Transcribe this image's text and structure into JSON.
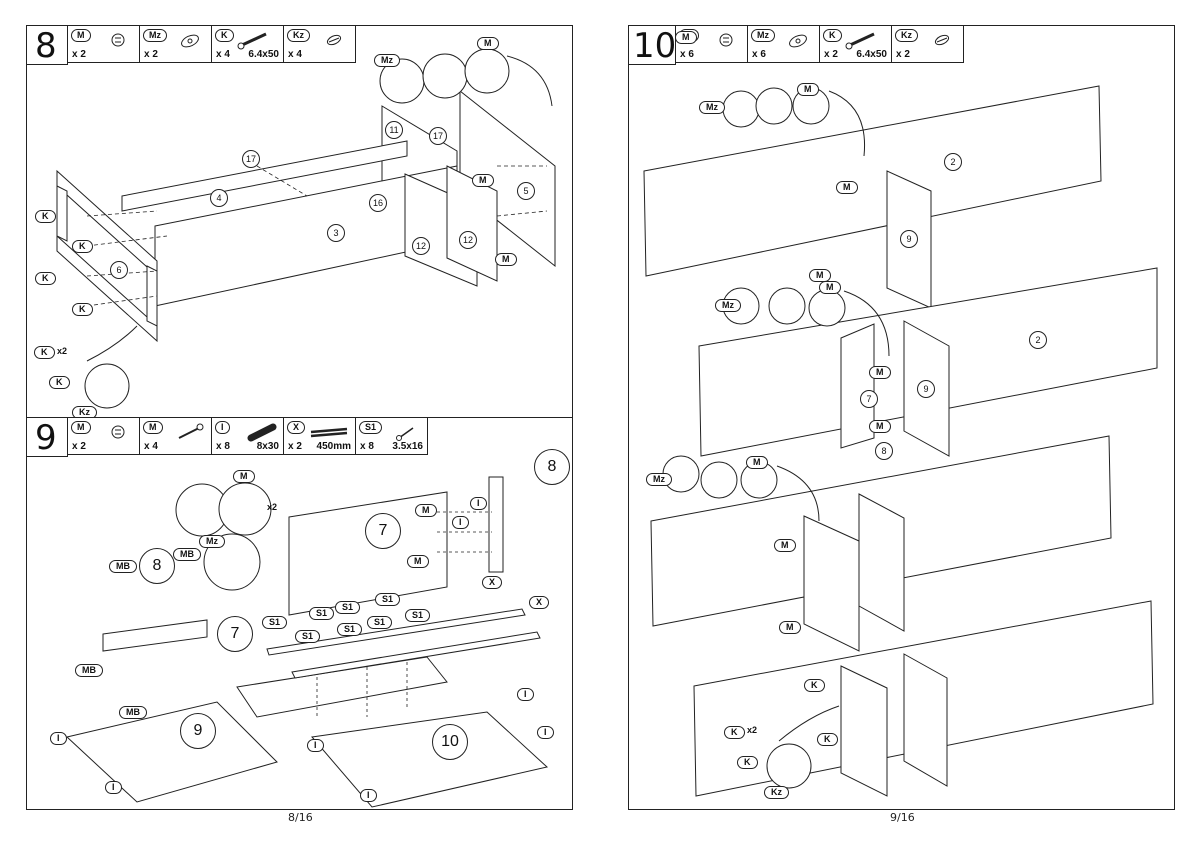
{
  "left_page": {
    "page_number": "8/16",
    "step8": {
      "number": "8",
      "parts": [
        {
          "tag": "M",
          "qty": "x 2",
          "size": "",
          "icon": "cam-lock-icon"
        },
        {
          "tag": "Mz",
          "qty": "x 2",
          "size": "",
          "icon": "cam-cover-icon"
        },
        {
          "tag": "K",
          "qty": "x 4",
          "size": "6.4x50",
          "icon": "screw-icon"
        },
        {
          "tag": "Kz",
          "qty": "x 4",
          "size": "",
          "icon": "screw-cap-icon"
        }
      ],
      "labels": {
        "M": "M",
        "Mz": "Mz",
        "K": "K",
        "Kz": "Kz",
        "K_x2": "x2"
      },
      "panels": {
        "p3": "3",
        "p4": "4",
        "p5": "5",
        "p6": "6",
        "p11": "11",
        "p12a": "12",
        "p12b": "12",
        "p16": "16",
        "p17a": "17",
        "p17b": "17"
      }
    },
    "step9": {
      "number": "9",
      "parts": [
        {
          "tag": "M",
          "qty": "x 2",
          "size": "",
          "icon": "cam-lock-icon"
        },
        {
          "tag": "M",
          "qty": "x 4",
          "size": "",
          "icon": "cam-bolt-icon"
        },
        {
          "tag": "I",
          "qty": "x 8",
          "size": "8x30",
          "icon": "dowel-icon"
        },
        {
          "tag": "X",
          "qty": "x 2",
          "size": "450mm",
          "icon": "drawer-runner-icon"
        },
        {
          "tag": "S1",
          "qty": "x 8",
          "size": "3.5x16",
          "icon": "small-screw-icon"
        }
      ],
      "labels": {
        "M": "M",
        "Mz": "Mz",
        "I": "I",
        "X": "X",
        "S1": "S1",
        "MB": "MB",
        "x2": "x2"
      },
      "panels": {
        "p7a": "7",
        "p7b": "7",
        "p8a": "8",
        "p8b": "8",
        "p9": "9",
        "p10": "10"
      }
    }
  },
  "right_page": {
    "page_number": "9/16",
    "step10": {
      "number": "10",
      "parts": [
        {
          "tag": "M",
          "qty": "x 6",
          "size": "",
          "icon": "cam-lock-icon"
        },
        {
          "tag": "Mz",
          "qty": "x 6",
          "size": "",
          "icon": "cam-cover-icon"
        },
        {
          "tag": "K",
          "qty": "x 2",
          "size": "6.4x50",
          "icon": "screw-icon"
        },
        {
          "tag": "Kz",
          "qty": "x 2",
          "size": "",
          "icon": "screw-cap-icon"
        }
      ],
      "labels": {
        "M": "M",
        "Mz": "Mz",
        "K": "K",
        "Kz": "Kz",
        "x2": "x2"
      },
      "panels": {
        "p2a": "2",
        "p2b": "2",
        "p9a": "9",
        "p9b": "9",
        "p7": "7",
        "p8": "8"
      }
    }
  }
}
